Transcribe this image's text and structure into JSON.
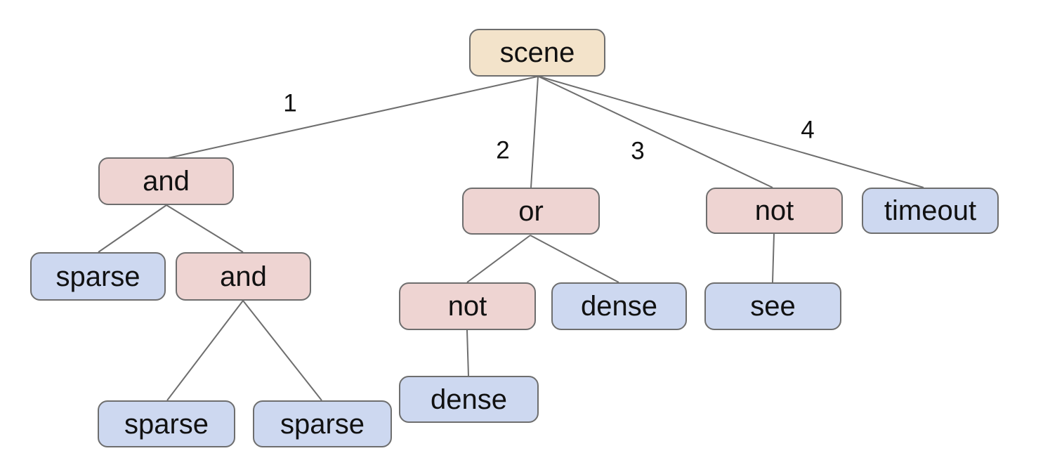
{
  "diagram": {
    "type": "tree",
    "colors": {
      "background": "#ffffff",
      "root_fill": "#f3e3ca",
      "operator_fill": "#eed4d2",
      "leaf_fill": "#cdd8f0",
      "node_border": "#6e6e6e",
      "edge_line": "#6e6e6e",
      "text": "#111111"
    },
    "nodes": {
      "scene": {
        "label": "scene",
        "kind": "root"
      },
      "and1": {
        "label": "and",
        "kind": "operator"
      },
      "or1": {
        "label": "or",
        "kind": "operator"
      },
      "not1": {
        "label": "not",
        "kind": "operator"
      },
      "timeout1": {
        "label": "timeout",
        "kind": "leaf"
      },
      "sparse1": {
        "label": "sparse",
        "kind": "leaf"
      },
      "and2": {
        "label": "and",
        "kind": "operator"
      },
      "not2": {
        "label": "not",
        "kind": "operator"
      },
      "dense1": {
        "label": "dense",
        "kind": "leaf"
      },
      "see1": {
        "label": "see",
        "kind": "leaf"
      },
      "sparse2": {
        "label": "sparse",
        "kind": "leaf"
      },
      "sparse3": {
        "label": "sparse",
        "kind": "leaf"
      },
      "dense2": {
        "label": "dense",
        "kind": "leaf"
      }
    },
    "edges": [
      {
        "from": "scene",
        "to": "and1",
        "label": "1"
      },
      {
        "from": "scene",
        "to": "or1",
        "label": "2"
      },
      {
        "from": "scene",
        "to": "not1",
        "label": "3"
      },
      {
        "from": "scene",
        "to": "timeout1",
        "label": "4"
      },
      {
        "from": "and1",
        "to": "sparse1"
      },
      {
        "from": "and1",
        "to": "and2"
      },
      {
        "from": "and2",
        "to": "sparse2"
      },
      {
        "from": "and2",
        "to": "sparse3"
      },
      {
        "from": "or1",
        "to": "not2"
      },
      {
        "from": "or1",
        "to": "dense1"
      },
      {
        "from": "not2",
        "to": "dense2"
      },
      {
        "from": "not1",
        "to": "see1"
      }
    ]
  }
}
